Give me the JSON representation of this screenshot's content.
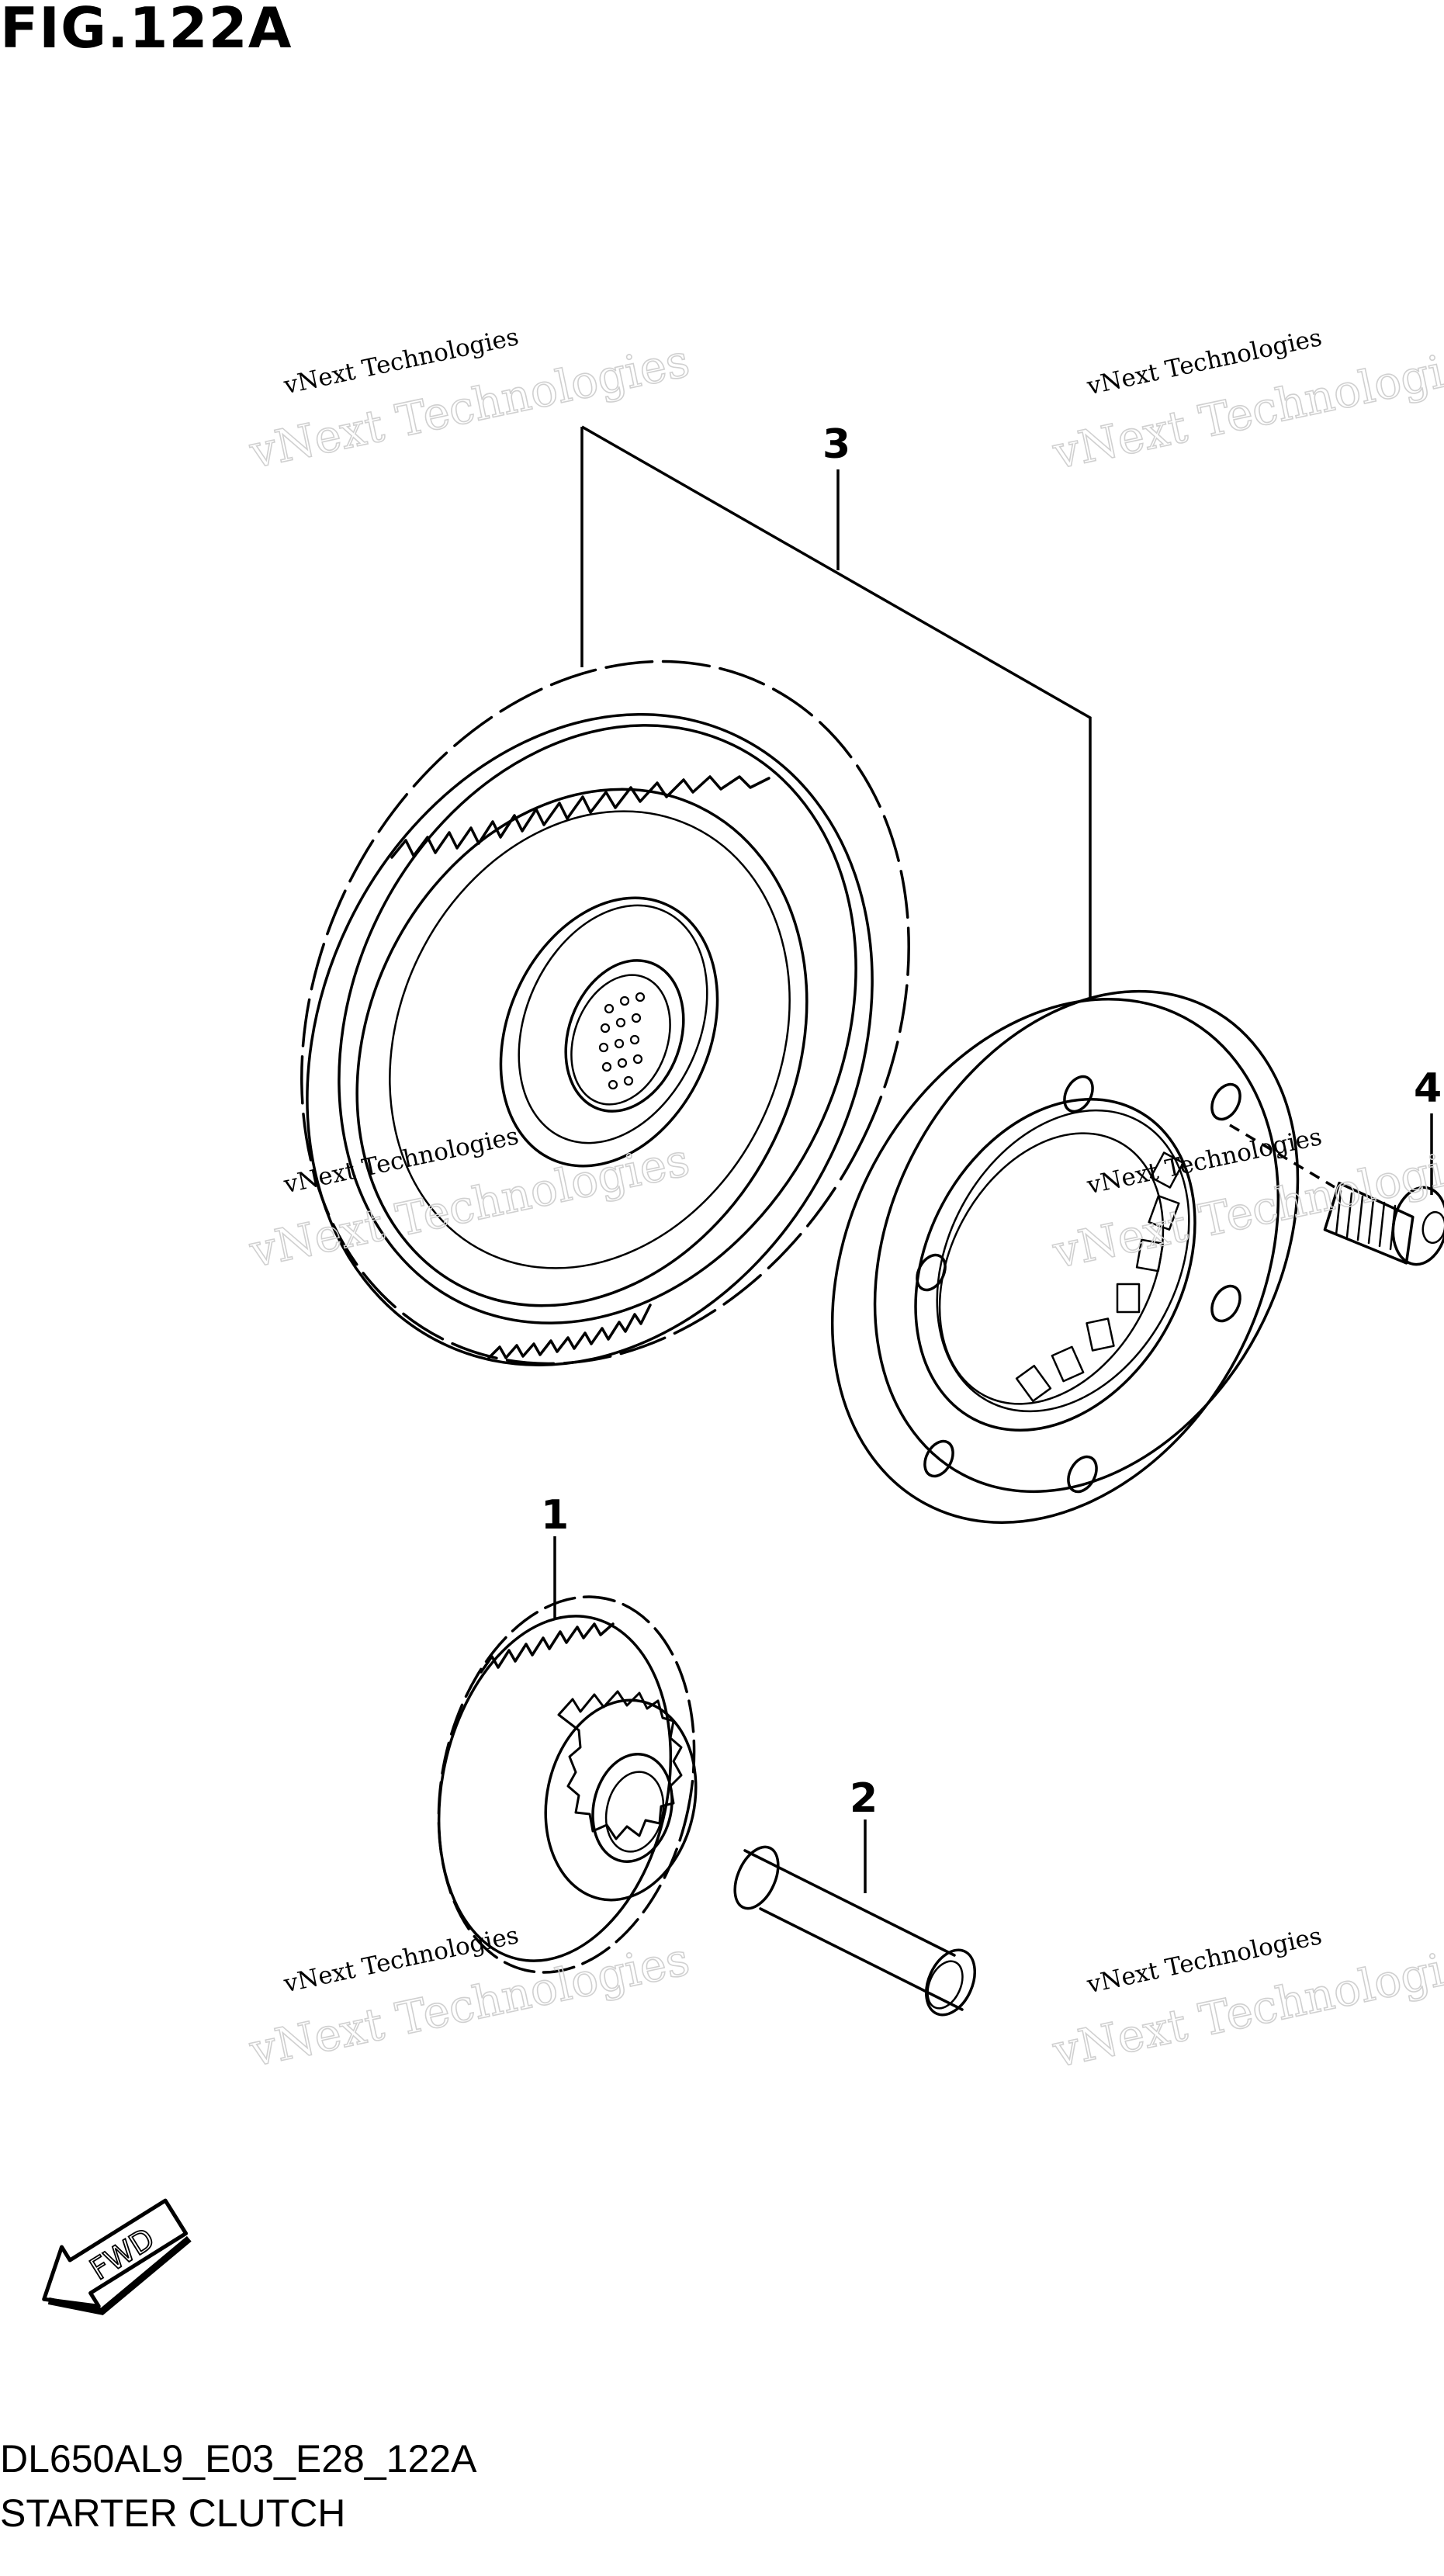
{
  "figure": {
    "title": "FIG.122A"
  },
  "callouts": [
    {
      "id": "1",
      "label": "1"
    },
    {
      "id": "2",
      "label": "2"
    },
    {
      "id": "3",
      "label": "3"
    },
    {
      "id": "4",
      "label": "4"
    }
  ],
  "watermark": {
    "line1": "vNext Technologies",
    "line2": "vNext Technologies"
  },
  "direction_indicator": {
    "label": "FWD"
  },
  "footer": {
    "model_code": "DL650AL9_E03_E28_122A",
    "part_name": "STARTER CLUTCH"
  }
}
